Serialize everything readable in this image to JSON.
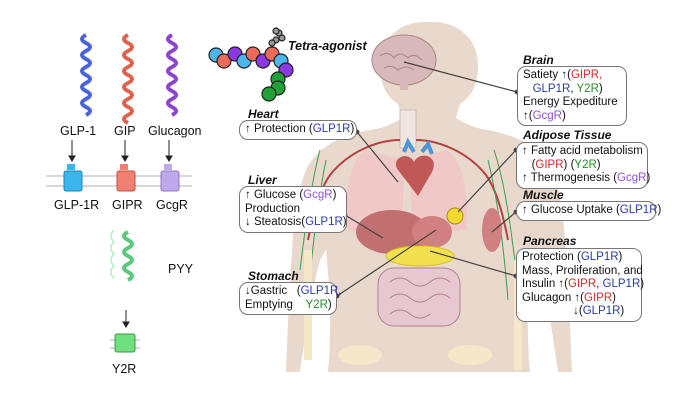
{
  "hormones": [
    {
      "name": "GLP-1",
      "receptor": "GLP-1R",
      "color": "#4a64d8",
      "receptor_color": "#3ab6ea"
    },
    {
      "name": "GIP",
      "receptor": "GIPR",
      "color": "#e0624e",
      "receptor_color": "#f08070"
    },
    {
      "name": "Glucagon",
      "receptor": "GcgR",
      "color": "#8a44d0",
      "receptor_color": "#c0a8ec"
    },
    {
      "name": "PYY",
      "receptor": "Y2R",
      "color": "#6ad88a",
      "receptor_color": "#6ee07e"
    }
  ],
  "tetra_agonist": {
    "label": "Tetra-agonist"
  },
  "colors": {
    "GIPR": "#d42a2a",
    "GLP1R": "#2a3aa8",
    "Y2R": "#2a8a2a",
    "GcgR": "#9050d8",
    "box_border": "#777777",
    "body_skin": "#e9d8cc"
  },
  "organs": {
    "heart": {
      "title": "Heart",
      "lines": [
        [
          "↑ Protection (",
          {
            "t": "GLP1R",
            "c": "b"
          },
          ")"
        ]
      ]
    },
    "liver": {
      "title": "Liver",
      "lines": [
        [
          "↑ Glucose (",
          {
            "t": "GcgR",
            "c": "p"
          },
          ")"
        ],
        [
          "Production"
        ],
        [
          "↓ Steatosis(",
          {
            "t": "GLP1R",
            "c": "b"
          },
          ")"
        ]
      ]
    },
    "stomach": {
      "title": "Stomach",
      "lines": [
        [
          "↓Gastric   (",
          {
            "t": "GLP1R,",
            "c": "b"
          }
        ],
        [
          "Emptying    ",
          {
            "t": "Y2R",
            "c": "g"
          },
          ")"
        ]
      ]
    },
    "brain": {
      "title": "Brain",
      "lines": [
        [
          "Satiety ↑(",
          {
            "t": "GIPR,",
            "c": "r"
          }
        ],
        [
          "   ",
          {
            "t": "GLP1R",
            "c": "b"
          },
          ", ",
          {
            "t": "Y2R",
            "c": "g"
          },
          ")"
        ],
        [
          "Energy Expediture"
        ],
        [
          "↑(",
          {
            "t": "GcgR",
            "c": "p"
          },
          ")"
        ]
      ]
    },
    "adipose": {
      "title": "Adipose Tissue",
      "lines": [
        [
          "↑ Fatty acid metabolism"
        ],
        [
          "   (",
          {
            "t": "GIPR",
            "c": "r"
          },
          ") (",
          {
            "t": "Y2R",
            "c": "g"
          },
          ")"
        ],
        [
          "↑ Thermogenesis (",
          {
            "t": "GcgR",
            "c": "p"
          },
          ")"
        ]
      ]
    },
    "muscle": {
      "title": "Muscle",
      "lines": [
        [
          "↑ Glucose Uptake (",
          {
            "t": "GLP1R",
            "c": "b"
          },
          ")"
        ]
      ]
    },
    "pancreas": {
      "title": "Pancreas",
      "lines": [
        [
          "Protection (",
          {
            "t": "GLP1R",
            "c": "b"
          },
          ")"
        ],
        [
          "Mass, Proliferation, and"
        ],
        [
          "Insulin ↑(",
          {
            "t": "GIPR",
            "c": "r"
          },
          ", ",
          {
            "t": "GLP1R",
            "c": "b"
          },
          ")"
        ],
        [
          "Glucagon ↑(",
          {
            "t": "GIPR",
            "c": "r"
          },
          ")"
        ],
        [
          "                ↓(",
          {
            "t": "GLP1R",
            "c": "b"
          },
          ")"
        ]
      ]
    }
  }
}
